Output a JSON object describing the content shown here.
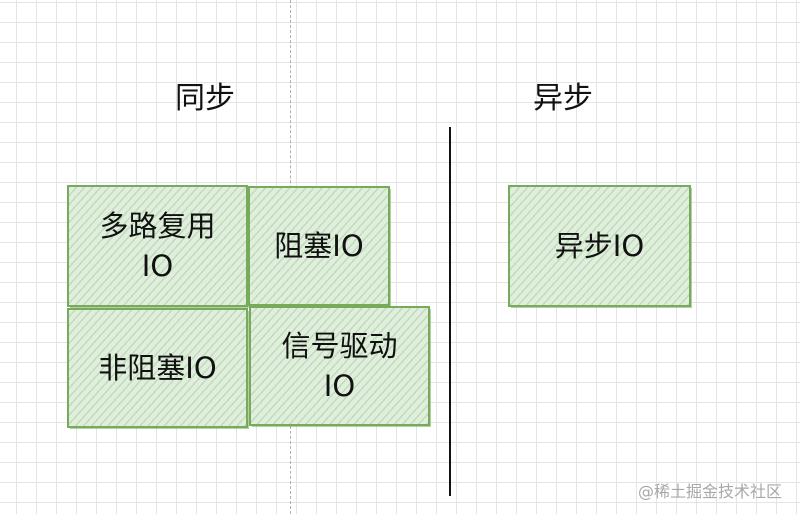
{
  "headings": {
    "sync": "同步",
    "async": "异步"
  },
  "boxes": {
    "multiplexing": {
      "line1": "多路复用",
      "line2": "IO"
    },
    "blocking": {
      "label": "阻塞IO"
    },
    "nonblocking": {
      "label": "非阻塞IO"
    },
    "signal_driven": {
      "line1": "信号驱动",
      "line2": "IO"
    },
    "async_io": {
      "label": "异步IO"
    }
  },
  "watermark": "@稀土掘金技术社区",
  "colors": {
    "box_stroke": "#78aa5c",
    "box_fill": "#dfeedd",
    "grid": "#e4e4e4"
  }
}
